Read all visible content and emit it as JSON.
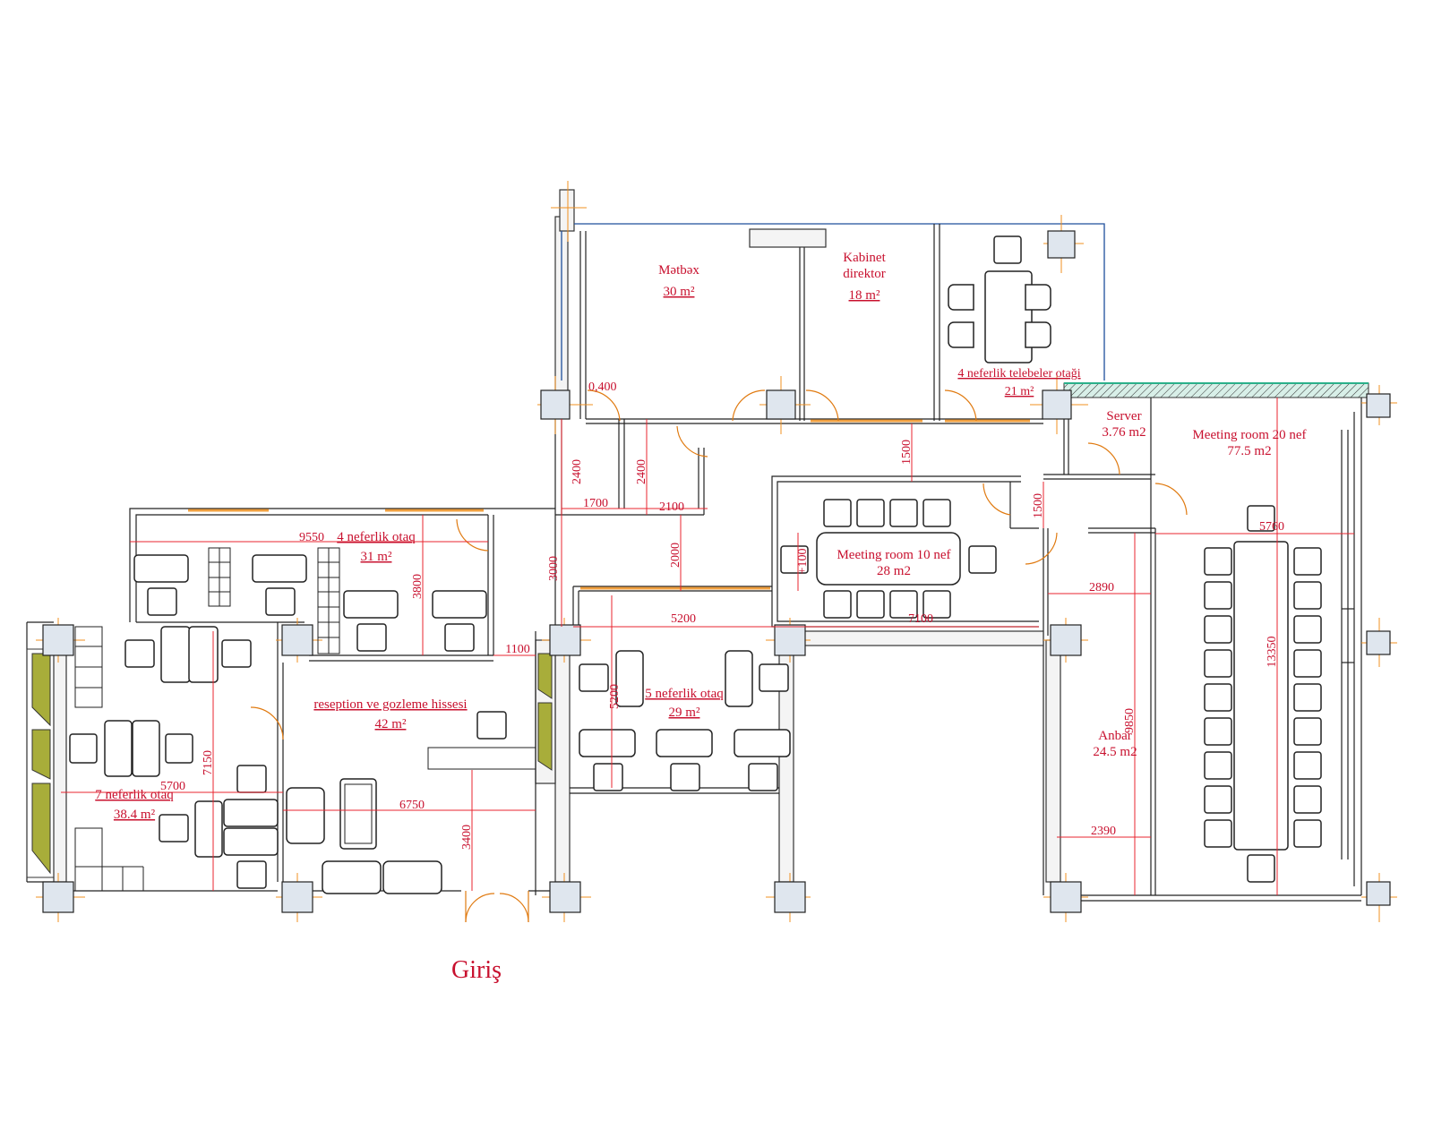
{
  "rooms": {
    "metbex": {
      "name": "Mətbəx",
      "area": "30 m²"
    },
    "kabinet": {
      "name1": "Kabinet",
      "name2": "direktor",
      "area": "18 m²"
    },
    "telebeler": {
      "name": "4 neferlik telebeler otaği",
      "area": "21 m²"
    },
    "server": {
      "name": "Server",
      "area": "3.76 m2"
    },
    "meeting20": {
      "name": "Meeting room 20 nef",
      "area": "77.5 m2"
    },
    "meeting10": {
      "name": "Meeting room 10 nef",
      "area": "28 m2"
    },
    "otaq4": {
      "name": "4 neferlik otaq",
      "area": "31 m²"
    },
    "reseption": {
      "name": "reseption ve gozleme hissesi",
      "area": "42 m²"
    },
    "otaq5": {
      "name": "5 neferlik otaq",
      "area": "29 m²"
    },
    "otaq7": {
      "name": "7 neferlik otaq",
      "area": "38.4 m²"
    },
    "anbar": {
      "name": "Anbar",
      "area": "24.5 m2"
    }
  },
  "entrance": "Giriş",
  "dimensions": {
    "d400": "0,400",
    "d2400a": "2400",
    "d2400b": "2400",
    "d1700": "1700",
    "d2100": "2100",
    "d1500a": "1500",
    "d1500b": "1500",
    "d9550": "9550",
    "d3800": "3800",
    "d3000": "3000",
    "d2000": "2000",
    "d100": "+100",
    "d5200a": "5200",
    "d5200b": "5200",
    "d7100": "7100",
    "d1100": "1100",
    "d5700": "5700",
    "d7150": "7150",
    "d6750": "6750",
    "d3400": "3400",
    "d2890": "2890",
    "d9850": "9850",
    "d2390": "2390",
    "d5760": "5760",
    "d13350": "13350"
  },
  "colors": {
    "label": "#c8102e",
    "dimension": "#e8242f",
    "door": "#e07a10",
    "window": "#f0a040",
    "outline": "#1e4f9c"
  }
}
